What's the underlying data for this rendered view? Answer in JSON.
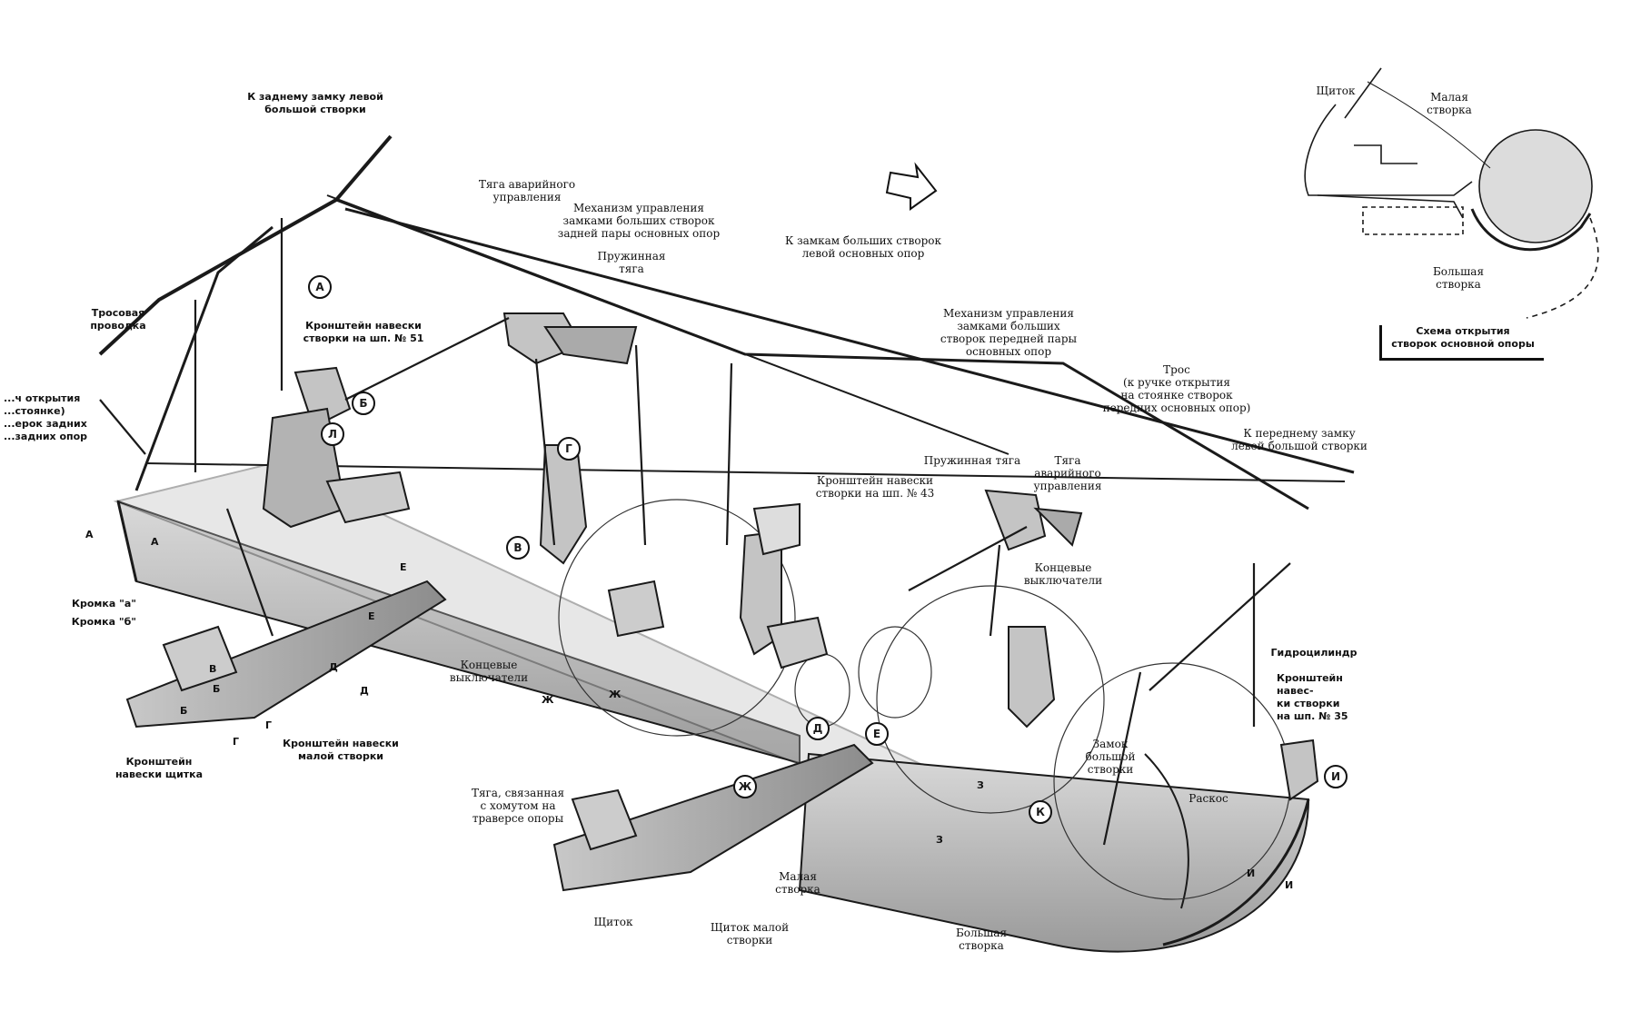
{
  "labels": {
    "rear_lock_left_big": "К заднему замку левой\nбольшой створки",
    "emergency_rod_top": "Тяга аварийного\nуправления",
    "lock_mech_rear": "Механизм управления\nзамками больших створок\nзадней пары основных опор",
    "spring_rod_top": "Пружинная\nтяга",
    "big_doors_left_main": "К замкам больших створок\nлевой основных опор",
    "cable_wiring": "Тросовая\nпроводка",
    "ground_open_partial": "...ч открытия\n...стоянке)\n...ерок задних\n...задних опор",
    "bracket_51": "Кронштейн навески\nстворки на шп. № 51",
    "lock_mech_front": "Механизм управления\nзамками больших\nстворок передней пары\nосновных опор",
    "cable_front": "Трос\n(к ручке открытия\nна стоянке створок\nпередних основных опор)",
    "front_lock_left_big": "К переднему замку\nлевой большой створки",
    "spring_rod_mid": "Пружинная тяга",
    "emergency_rod_mid": "Тяга\nаварийного\nуправления",
    "bracket_43": "Кронштейн навески\nстворки на шп. № 43",
    "limit_switches_right": "Концевые\nвыключатели",
    "limit_switches_left": "Концевые\nвыключатели",
    "bracket_a": "Кромка \"а\"",
    "bracket_b": "Кромка \"б\"",
    "bracket_shield": "Кронштейн\nнавески щитка",
    "bracket_small_door": "Кронштейн навески\nмалой створки",
    "rod_collar": "Тяга, связанная\nс хомутом на\nтраверсе опоры",
    "shield": "Щиток",
    "small_door_shield": "Щиток малой\nстворки",
    "small_door": "Малая\nстворка",
    "big_door": "Большая\nстворка",
    "hydro_cylinder": "Гидроцилиндр",
    "bracket_35": "Кронштейн навес-\nки створки\nна шп. № 35",
    "big_door_lock": "Замок\nбольшой\nстворки",
    "brace": "Раскос",
    "inset_shield": "Щиток",
    "inset_small_door": "Малая\nстворка",
    "inset_big_door": "Большая\nстворка",
    "inset_caption": "Схема открытия\nстворок основной опоры"
  },
  "circle_markers": [
    "А",
    "Б",
    "Л",
    "Г",
    "В",
    "Д",
    "Е",
    "Ж",
    "К",
    "И"
  ],
  "section_marks": [
    "А",
    "А",
    "Е",
    "Е",
    "Д",
    "Д",
    "Г",
    "Г",
    "В",
    "Б",
    "Б",
    "Ж",
    "Ж",
    "З",
    "З",
    "И",
    "И"
  ]
}
